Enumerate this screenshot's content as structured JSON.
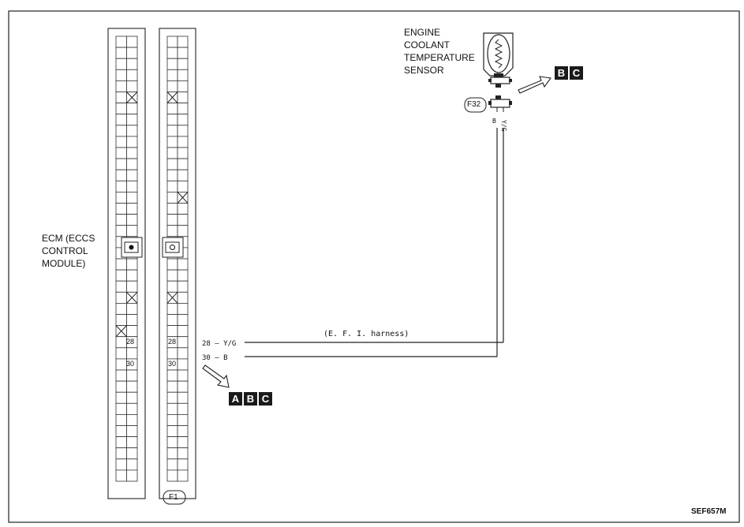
{
  "sensor": {
    "lines": [
      "ENGINE",
      "COOLANT",
      "TEMPERATURE",
      "SENSOR"
    ]
  },
  "ecm": {
    "lines": [
      "ECM (ECCS",
      "CONTROL",
      "MODULE)"
    ]
  },
  "connectors": {
    "sensor_id": "F32",
    "ecm_id": "F1"
  },
  "pins": {
    "p28": "28",
    "p30": "30"
  },
  "wires": {
    "w28_label": "28 — Y/G",
    "w30_label": "30 —  B",
    "sensor_B": "B",
    "sensor_YG": "Y/G"
  },
  "harness_label": "(E. F. I.  harness)",
  "refs_lower": [
    "A",
    "B",
    "C"
  ],
  "refs_upper": [
    "B",
    "C"
  ],
  "figure_code": "SEF657M"
}
